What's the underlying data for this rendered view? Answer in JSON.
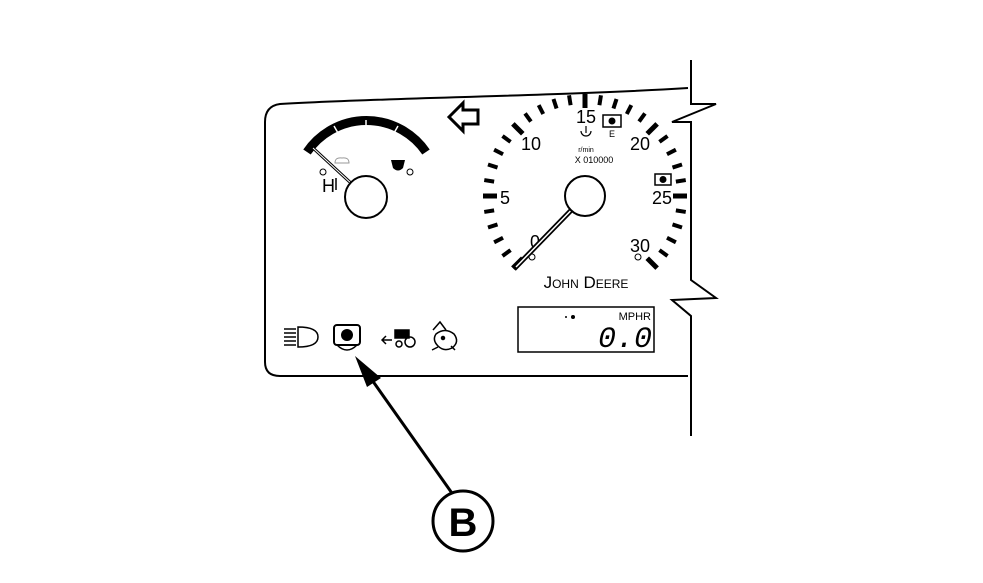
{
  "tachometer": {
    "scale_labels": [
      "0",
      "5",
      "10",
      "15",
      "20",
      "25",
      "30"
    ],
    "rpm_text": "r/min",
    "multiplier_text": "X 010000",
    "service_letter": "E",
    "brand": "John Deere",
    "needle_reading": 0
  },
  "temperature_gauge": {
    "hot_label": "H",
    "needle_position": "H"
  },
  "display": {
    "unit_label": "MPHR",
    "value": "0.0"
  },
  "indicator_icons": [
    "headlight-icon",
    "park-brake-icon",
    "pto-icon",
    "rabbit-icon"
  ],
  "callout": {
    "label": "B",
    "target": "park-brake-icon"
  }
}
